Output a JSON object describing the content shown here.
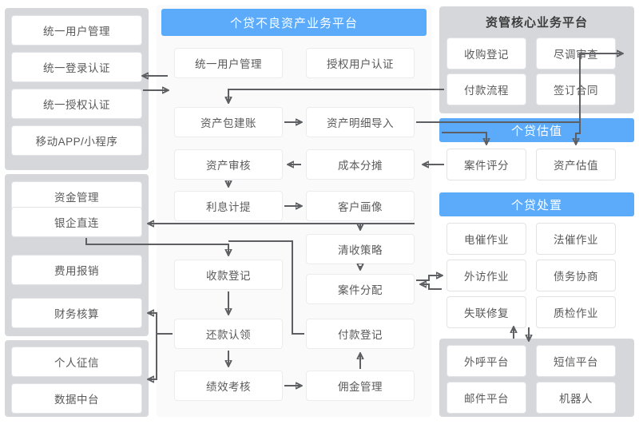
{
  "diagram": {
    "title_blue_accent": "#5cabfb",
    "panel_gray": "#d6d7db",
    "node_text_color": "#5a5a5a"
  },
  "left_column": {
    "groups": [
      {
        "name": "user-access-group",
        "items": [
          {
            "label": "统一用户管理"
          },
          {
            "label": "统一登录认证"
          },
          {
            "label": "统一授权认证"
          },
          {
            "label": "移动APP/小程序"
          }
        ]
      },
      {
        "name": "finance-group",
        "items": [
          {
            "label": "资金管理"
          },
          {
            "label": "银企直连"
          },
          {
            "label": "费用报销"
          },
          {
            "label": "财务核算"
          }
        ]
      },
      {
        "name": "data-group",
        "items": [
          {
            "label": "个人征信"
          },
          {
            "label": "数据中台"
          }
        ]
      }
    ]
  },
  "center_platform": {
    "header": "个贷不良资产业务平台",
    "nodes": [
      {
        "label": "统一用户管理"
      },
      {
        "label": "授权用户认证"
      },
      {
        "label": "资产包建账"
      },
      {
        "label": "资产明细导入"
      },
      {
        "label": "资产审核"
      },
      {
        "label": "成本分摊"
      },
      {
        "label": "利息计提"
      },
      {
        "label": "客户画像"
      },
      {
        "label": "清收策略"
      },
      {
        "label": "收款登记"
      },
      {
        "label": "案件分配"
      },
      {
        "label": "还款认领"
      },
      {
        "label": "付款登记"
      },
      {
        "label": "绩效考核"
      },
      {
        "label": "佣金管理"
      }
    ]
  },
  "right_column": {
    "core_platform": {
      "header": "资管核心业务平台",
      "items": [
        {
          "label": "收购登记"
        },
        {
          "label": "尽调审查"
        },
        {
          "label": "付款流程"
        },
        {
          "label": "签订合同"
        }
      ]
    },
    "valuation": {
      "header": "个贷估值",
      "items": [
        {
          "label": "案件评分"
        },
        {
          "label": "资产估值"
        }
      ]
    },
    "disposal": {
      "header": "个贷处置",
      "items": [
        {
          "label": "电催作业"
        },
        {
          "label": "法催作业"
        },
        {
          "label": "外访作业"
        },
        {
          "label": "债务协商"
        },
        {
          "label": "失联修复"
        },
        {
          "label": "质检作业"
        }
      ]
    },
    "channels": {
      "items": [
        {
          "label": "外呼平台"
        },
        {
          "label": "短信平台"
        },
        {
          "label": "邮件平台"
        },
        {
          "label": "机器人"
        }
      ]
    }
  }
}
